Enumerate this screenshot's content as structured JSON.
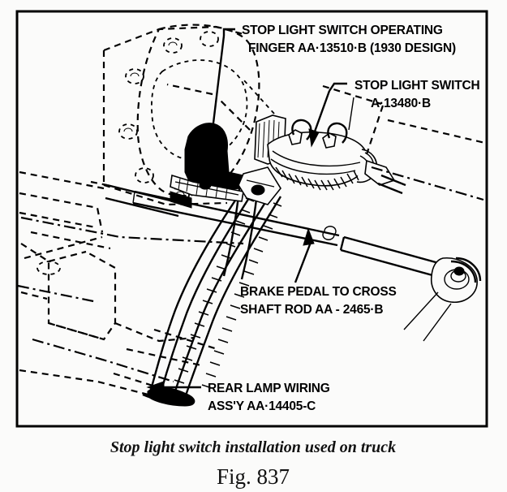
{
  "figure": {
    "caption": "Stop light switch installation used on truck",
    "figure_number": "Fig. 837"
  },
  "callouts": [
    {
      "id": "operating-finger",
      "line1": "STOP LIGHT SWITCH OPERATING",
      "line2": "FINGER AA·13510·B (1930 DESIGN)",
      "part_number": "AA-13510-B"
    },
    {
      "id": "stop-light-switch",
      "line1": "STOP LIGHT SWITCH",
      "line2": "A·13480·B",
      "part_number": "A-13480-B"
    },
    {
      "id": "brake-pedal-rod",
      "line1": "BRAKE PEDAL TO CROSS",
      "line2": "SHAFT ROD AA - 2465·B",
      "part_number": "AA-2465-B"
    },
    {
      "id": "rear-lamp-wiring",
      "line1": "REAR LAMP WIRING",
      "line2": "ASS'Y AA·14405-C",
      "part_number": "AA-14405-C"
    }
  ],
  "colors": {
    "ink": "#000000",
    "paper": "#fbfbfa"
  }
}
